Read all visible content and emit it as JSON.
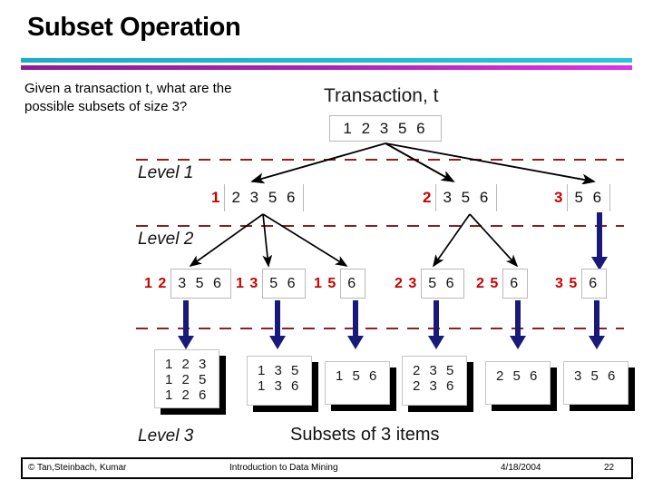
{
  "slide": {
    "title": "Subset Operation",
    "prompt": "Given a transaction t, what are the possible subsets of size 3?",
    "accent_cyan": "#19bcd6",
    "accent_magenta": "#ad22bd",
    "prefix_color": "#cc0000",
    "arrow_color_black": "#000000",
    "arrow_color_navy": "#19197a",
    "dashed_line_color": "#8b2020"
  },
  "diagram": {
    "transaction_label": "Transaction, t",
    "root": {
      "prefix": "",
      "rest": "1 2 3 5 6"
    },
    "level1": {
      "caption": "Level 1",
      "nodes": [
        {
          "prefix": "1",
          "rest": "2 3 5 6"
        },
        {
          "prefix": "2",
          "rest": "3 5 6"
        },
        {
          "prefix": "3",
          "rest": "5 6"
        }
      ]
    },
    "level2": {
      "caption": "Level 2",
      "nodes": [
        {
          "prefix": "1 2",
          "rest": "3 5 6"
        },
        {
          "prefix": "1 3",
          "rest": "5 6"
        },
        {
          "prefix": "1 5",
          "rest": "6"
        },
        {
          "prefix": "2 3",
          "rest": "5 6"
        },
        {
          "prefix": "2 5",
          "rest": "6"
        },
        {
          "prefix": "3 5",
          "rest": "6"
        }
      ]
    },
    "level3": {
      "caption": "Level 3",
      "subsets_caption": "Subsets of 3 items",
      "cards": [
        {
          "lines": [
            "1 2 3",
            "1 2 5",
            "1 2 6"
          ]
        },
        {
          "lines": [
            "1 3 5",
            "1 3 6"
          ]
        },
        {
          "lines": [
            "1 5 6"
          ]
        },
        {
          "lines": [
            "2 3 5",
            "2 3 6"
          ]
        },
        {
          "lines": [
            "2 5 6"
          ]
        },
        {
          "lines": [
            "3 5 6"
          ]
        }
      ]
    }
  },
  "footer": {
    "author": "© Tan,Steinbach, Kumar",
    "book": "Introduction to Data Mining",
    "date": "4/18/2004",
    "page": "22"
  }
}
